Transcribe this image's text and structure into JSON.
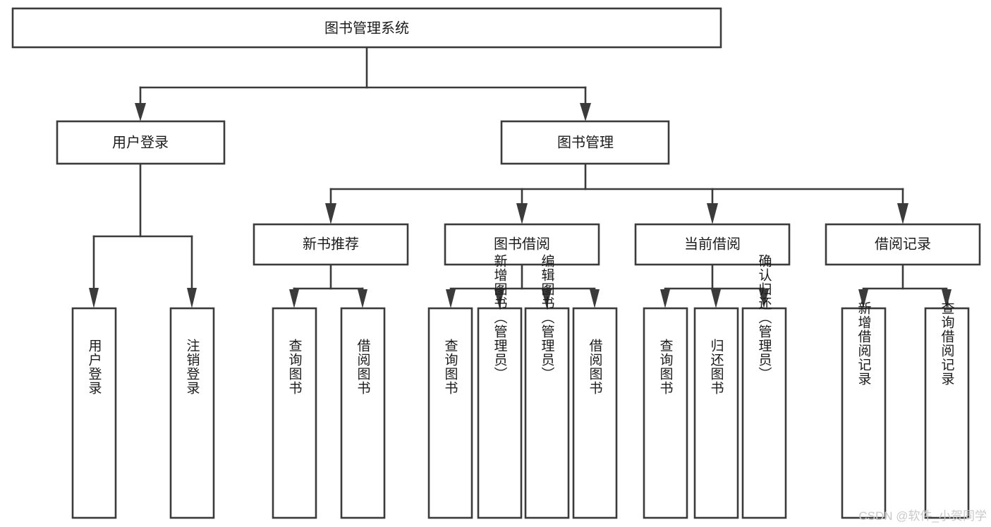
{
  "diagram": {
    "type": "tree-hierarchy",
    "title": "图书管理系统",
    "levels": {
      "root": {
        "label": "图书管理系统"
      },
      "level2": [
        {
          "id": "user-login",
          "label": "用户登录"
        },
        {
          "id": "book-manage",
          "label": "图书管理"
        }
      ],
      "level3": [
        {
          "id": "new-book-rec",
          "label": "新书推荐"
        },
        {
          "id": "book-borrow",
          "label": "图书借阅"
        },
        {
          "id": "current-borrow",
          "label": "当前借阅"
        },
        {
          "id": "borrow-record",
          "label": "借阅记录"
        }
      ],
      "leaves": {
        "user-login": [
          {
            "id": "leaf-user-login",
            "label": "用户登录"
          },
          {
            "id": "leaf-logout-login",
            "label": "注销登录"
          }
        ],
        "new-book-rec": [
          {
            "id": "leaf-query-book-1",
            "label": "查询图书"
          },
          {
            "id": "leaf-borrow-book-1",
            "label": "借阅图书"
          }
        ],
        "book-borrow": [
          {
            "id": "leaf-query-book-2",
            "label": "查询图书"
          },
          {
            "id": "leaf-add-book",
            "label": "新增图书（管理员）"
          },
          {
            "id": "leaf-edit-book",
            "label": "编辑图书（管理员）"
          },
          {
            "id": "leaf-borrow-book-2",
            "label": "借阅图书"
          }
        ],
        "current-borrow": [
          {
            "id": "leaf-query-book-3",
            "label": "查询图书"
          },
          {
            "id": "leaf-return-book",
            "label": "归还图书"
          },
          {
            "id": "leaf-confirm-return",
            "label": "确认归还（管理员）"
          }
        ],
        "borrow-record": [
          {
            "id": "leaf-add-record",
            "label": "新增借阅记录"
          },
          {
            "id": "leaf-query-record",
            "label": "查询借阅记录"
          }
        ]
      }
    },
    "colors": {
      "stroke": "#3b3b3b",
      "fill": "#ffffff",
      "text": "#1b1b1b",
      "background": "#ffffff",
      "watermark": "#c9c9c9"
    }
  },
  "watermark": {
    "text": "CSDN @软件_小贺同学"
  }
}
